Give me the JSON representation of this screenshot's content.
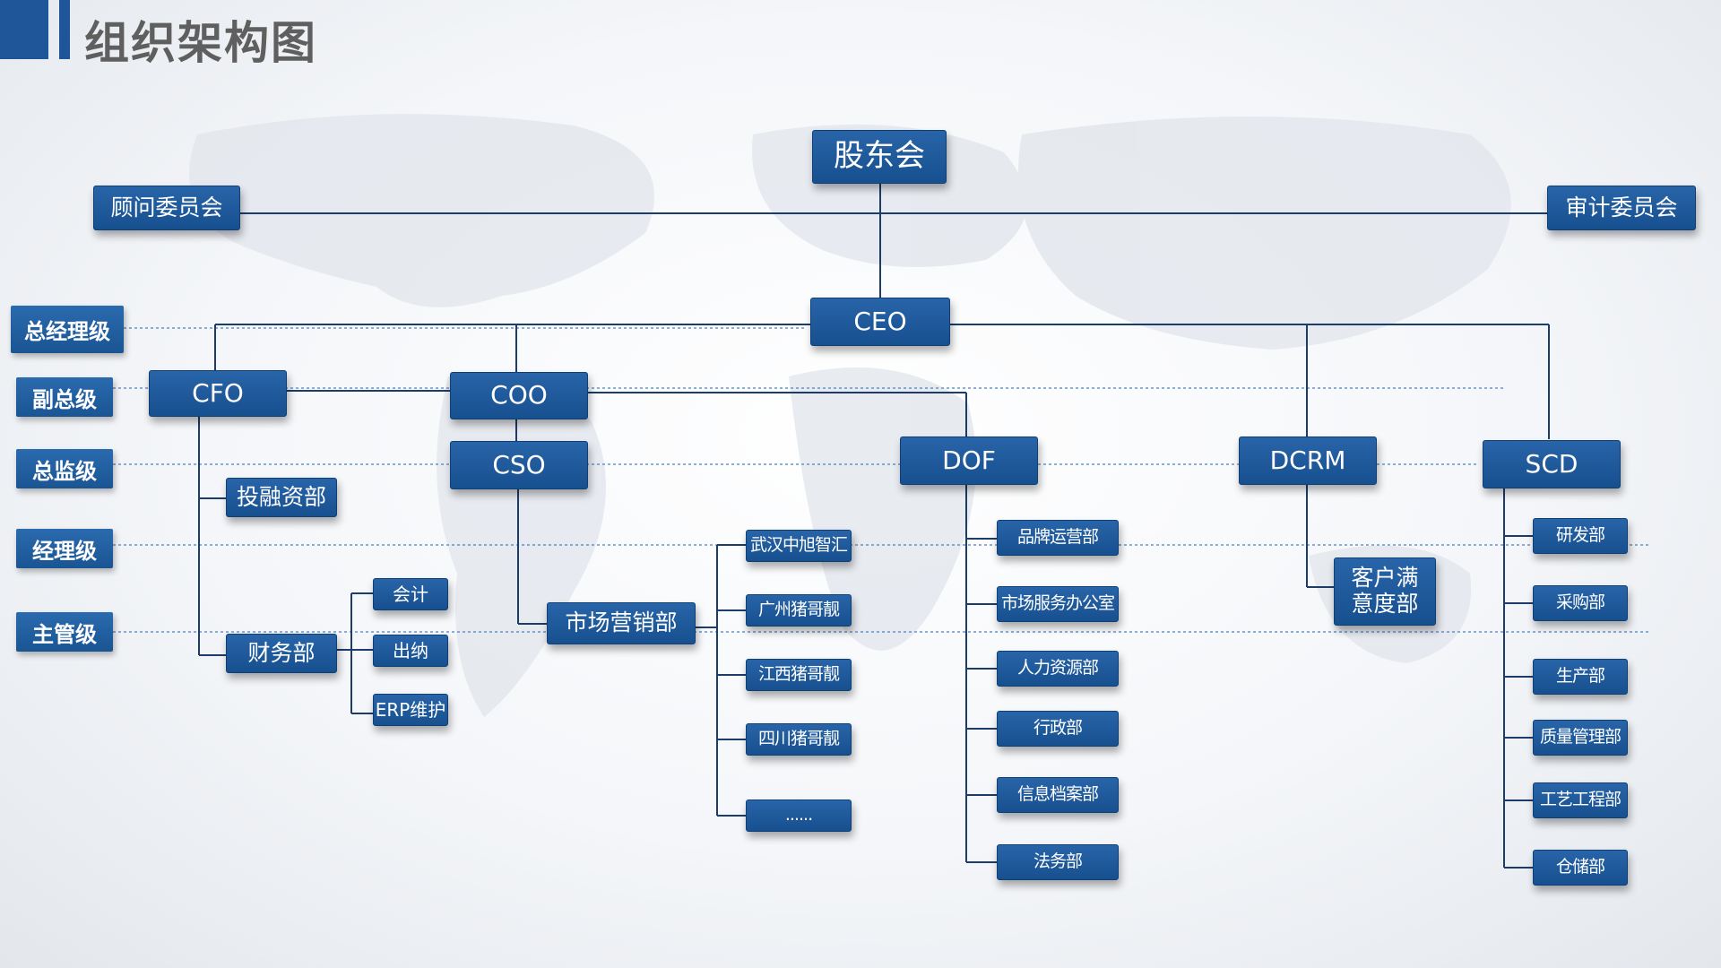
{
  "title": "组织架构图",
  "levels": {
    "gm": "总经理级",
    "vp": "副总级",
    "director": "总监级",
    "manager": "经理级",
    "supervisor": "主管级"
  },
  "top": {
    "shareholders": "股东会",
    "advisory": "顾问委员会",
    "audit": "审计委员会",
    "ceo": "CEO"
  },
  "execs": {
    "cfo": "CFO",
    "coo": "COO",
    "cso": "CSO",
    "dof": "DOF",
    "dcrm": "DCRM",
    "scd": "SCD"
  },
  "cfo_dept": {
    "investment": "投融资部",
    "finance": "财务部",
    "sub": [
      "会计",
      "出纳",
      "ERP维护"
    ]
  },
  "cso_dept": {
    "marketing": "市场营销部",
    "sub": [
      "武汉中旭智汇",
      "广州猪哥靓",
      "江西猪哥靓",
      "四川猪哥靓",
      "......"
    ]
  },
  "dof_dept": [
    "品牌运营部",
    "市场服务办公室",
    "人力资源部",
    "行政部",
    "信息档案部",
    "法务部"
  ],
  "dcrm_dept": {
    "line1": "客户满",
    "line2": "意度部"
  },
  "scd_dept": [
    "研发部",
    "采购部",
    "生产部",
    "质量管理部",
    "工艺工程部",
    "仓储部"
  ],
  "colors": {
    "box": "#1e5699",
    "line": "#1c3c6a",
    "dashed": "#4d7fbf",
    "title": "#5f5f5f"
  }
}
